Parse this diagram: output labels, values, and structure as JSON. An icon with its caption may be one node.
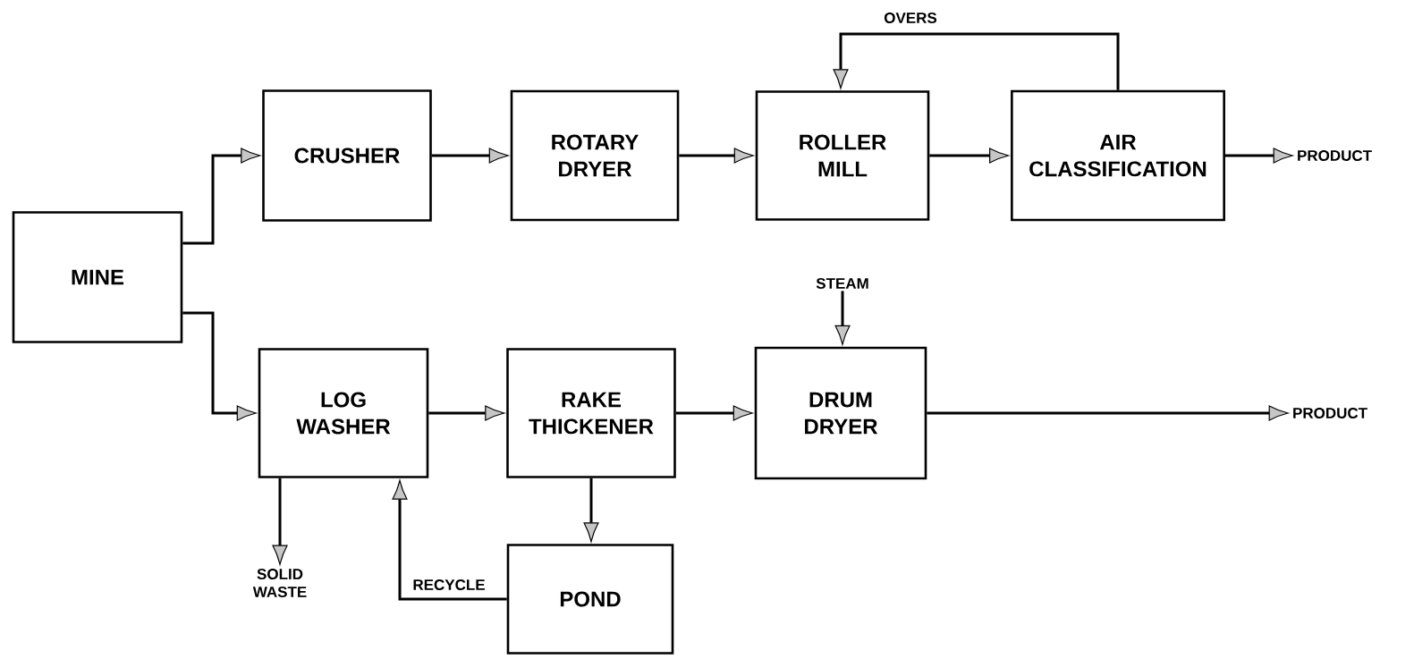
{
  "diagram": {
    "nodes": [
      {
        "text": [
          "MINE"
        ]
      },
      {
        "text": [
          "CRUSHER"
        ]
      },
      {
        "text": [
          "ROTARY DRYER"
        ]
      },
      {
        "text": [
          "ROLLER MILL"
        ]
      },
      {
        "text": [
          "AIR CLASSIFICATION"
        ]
      },
      {
        "text": [
          "PRODUCT"
        ]
      },
      {
        "text": [
          "LOG WASHER"
        ]
      },
      {
        "text": [
          "RAKE THICKENER"
        ]
      },
      {
        "text": [
          "DRUM DRYER"
        ]
      },
      {
        "text": [
          "PRODUCT"
        ]
      },
      {
        "text": [
          "STEAM"
        ]
      },
      {
        "text": [
          "SOLID WASTE"
        ]
      },
      {
        "text": [
          "POND"
        ]
      }
    ],
    "edges": [
      {
        "from": 0,
        "to": 1,
        "arrow": "to"
      },
      {
        "from": 1,
        "to": 2,
        "arrow": "to"
      },
      {
        "from": 2,
        "to": 3,
        "arrow": "to"
      },
      {
        "from": 3,
        "to": 4,
        "arrow": "to"
      },
      {
        "from": 4,
        "to": 5,
        "arrow": "to"
      },
      {
        "from": 4,
        "to": 3,
        "arrow": "to",
        "label": "OVERS"
      },
      {
        "from": 0,
        "to": 6,
        "arrow": "to"
      },
      {
        "from": 6,
        "to": 7,
        "arrow": "to"
      },
      {
        "from": 7,
        "to": 8,
        "arrow": "to"
      },
      {
        "from": 8,
        "to": 9,
        "arrow": "to"
      },
      {
        "from": 10,
        "to": 8,
        "arrow": "to"
      },
      {
        "from": 6,
        "to": 11,
        "arrow": "to"
      },
      {
        "from": 7,
        "to": 12,
        "arrow": "to"
      },
      {
        "from": 12,
        "to": 6,
        "arrow": "to",
        "label": "RECYCLE"
      }
    ]
  }
}
